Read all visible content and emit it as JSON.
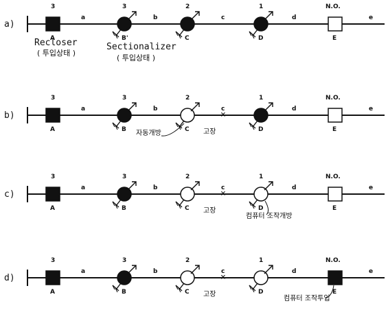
{
  "diagram": {
    "rows": [
      {
        "label": "a)",
        "nodes": [
          {
            "kind": "recloser",
            "state": "closed",
            "num": "3",
            "letter": "A"
          },
          {
            "kind": "sectionalizer",
            "state": "closed",
            "num": "3",
            "letter": "B'"
          },
          {
            "kind": "sectionalizer",
            "state": "closed",
            "num": "2",
            "letter": "C"
          },
          {
            "kind": "sectionalizer",
            "state": "closed",
            "num": "1",
            "letter": "D"
          },
          {
            "kind": "tie",
            "state": "open",
            "num": "N.O.",
            "letter": "E"
          }
        ],
        "segments": [
          "a",
          "b",
          "c",
          "d",
          "e"
        ],
        "fault": null,
        "notes": []
      },
      {
        "label": "b)",
        "nodes": [
          {
            "kind": "recloser",
            "state": "closed",
            "num": "3",
            "letter": "A"
          },
          {
            "kind": "sectionalizer",
            "state": "closed",
            "num": "3",
            "letter": "B"
          },
          {
            "kind": "sectionalizer",
            "state": "open",
            "num": "2",
            "letter": "C"
          },
          {
            "kind": "sectionalizer",
            "state": "closed",
            "num": "1",
            "letter": "D"
          },
          {
            "kind": "tie",
            "state": "open",
            "num": "N.O.",
            "letter": "E"
          }
        ],
        "segments": [
          "a",
          "b",
          "c",
          "d",
          "e"
        ],
        "fault": {
          "mark": "×",
          "segment": "c"
        },
        "notes": [
          {
            "text": "자동개방",
            "near": "C"
          },
          {
            "text": "고장",
            "near": "fault"
          }
        ]
      },
      {
        "label": "c)",
        "nodes": [
          {
            "kind": "recloser",
            "state": "closed",
            "num": "3",
            "letter": "A"
          },
          {
            "kind": "sectionalizer",
            "state": "closed",
            "num": "3",
            "letter": "B"
          },
          {
            "kind": "sectionalizer",
            "state": "open",
            "num": "2",
            "letter": "C"
          },
          {
            "kind": "sectionalizer",
            "state": "open",
            "num": "1",
            "letter": "D"
          },
          {
            "kind": "tie",
            "state": "open",
            "num": "N.O.",
            "letter": "E"
          }
        ],
        "segments": [
          "a",
          "b",
          "c",
          "d",
          "e"
        ],
        "fault": {
          "mark": "×",
          "segment": "c"
        },
        "notes": [
          {
            "text": "고장",
            "near": "fault"
          },
          {
            "text": "컴퓨터 조작개방",
            "near": "D"
          }
        ]
      },
      {
        "label": "d)",
        "nodes": [
          {
            "kind": "recloser",
            "state": "closed",
            "num": "3",
            "letter": "A"
          },
          {
            "kind": "sectionalizer",
            "state": "closed",
            "num": "3",
            "letter": "B"
          },
          {
            "kind": "sectionalizer",
            "state": "open",
            "num": "2",
            "letter": "C"
          },
          {
            "kind": "sectionalizer",
            "state": "open",
            "num": "1",
            "letter": "D"
          },
          {
            "kind": "tie",
            "state": "closed",
            "num": "N.O.",
            "letter": "E"
          }
        ],
        "segments": [
          "a",
          "b",
          "c",
          "d",
          "e"
        ],
        "fault": {
          "mark": "×",
          "segment": "c"
        },
        "notes": [
          {
            "text": "고장",
            "near": "fault"
          },
          {
            "text": "컴퓨터 조작투입",
            "near": "E"
          }
        ]
      }
    ],
    "legend": {
      "recloser": "Recloser",
      "recloser_state": "( 투입상태 )",
      "sectionalizer": "Sectionalizer",
      "sectionalizer_state": "( 투입상태 )"
    },
    "colors": {
      "ink": "#111111",
      "paper": "#ffffff"
    }
  }
}
